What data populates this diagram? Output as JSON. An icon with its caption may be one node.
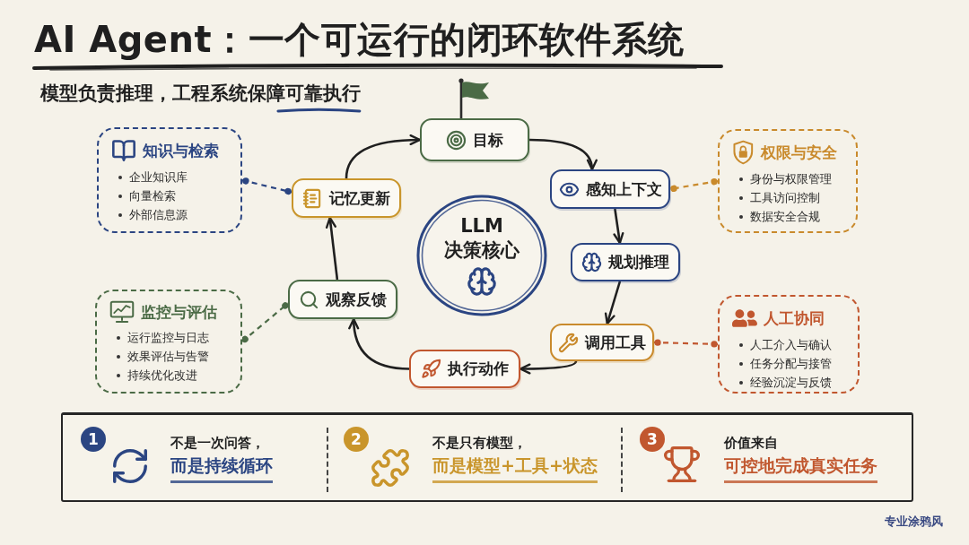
{
  "diagram": {
    "title": "AI Agent：一个可运行的闭环软件系统",
    "nodes": [
      {
        "text": [
          "目标"
        ]
      },
      {
        "text": [
          "感知上下文"
        ]
      },
      {
        "text": [
          "规划推理"
        ]
      },
      {
        "text": [
          "调用工具"
        ]
      },
      {
        "text": [
          "执行动作"
        ]
      },
      {
        "text": [
          "观察反馈"
        ]
      },
      {
        "text": [
          "记忆更新"
        ]
      },
      {
        "text": [
          "LLM 决策核心"
        ]
      },
      {
        "text": [
          "知识与检索",
          "企业知识库",
          "向量检索",
          "外部信息源"
        ]
      },
      {
        "text": [
          "监控与评估",
          "运行监控与日志",
          "效果评估与告警",
          "持续优化改进"
        ]
      },
      {
        "text": [
          "权限与安全",
          "身份与权限管理",
          "工具访问控制",
          "数据安全合规"
        ]
      },
      {
        "text": [
          "人工协同",
          "人工介入与确认",
          "任务分配与接管",
          "经验沉淀与反馈"
        ]
      },
      {
        "text": [
          "不是一次问答，",
          "而是持续循环",
          "不是只有模型，",
          "而是模型+工具+状态",
          "价值来自",
          "可控地完成真实任务"
        ]
      },
      {
        "text": [
          "1"
        ],
        "in": 12
      },
      {
        "text": [
          "2"
        ],
        "in": 12
      },
      {
        "text": [
          "3"
        ],
        "in": 12
      }
    ],
    "edges": [
      {
        "from": 0,
        "to": 1,
        "arrow": "to"
      },
      {
        "from": 1,
        "to": 2,
        "arrow": "to"
      },
      {
        "from": 2,
        "to": 3,
        "arrow": "to"
      },
      {
        "from": 3,
        "to": 4,
        "arrow": "to"
      },
      {
        "from": 4,
        "to": 5,
        "arrow": "to"
      },
      {
        "from": 5,
        "to": 6,
        "arrow": "to"
      },
      {
        "from": 6,
        "to": 0,
        "arrow": "to"
      },
      {
        "from": 8,
        "to": 6,
        "arrow": "other",
        "style": "dashed",
        "color": "#2b4582"
      },
      {
        "from": 9,
        "to": 5,
        "arrow": "other",
        "style": "dashed",
        "color": "#4b6b46"
      },
      {
        "from": 10,
        "to": 1,
        "arrow": "other",
        "style": "dashed",
        "color": "#c98a2c"
      },
      {
        "from": 11,
        "to": 3,
        "arrow": "other",
        "style": "dashed",
        "color": "#c1572f"
      }
    ],
    "labels": [
      "模型负责推理，工程系统保障可靠执行",
      "专业涂鸦风"
    ]
  }
}
